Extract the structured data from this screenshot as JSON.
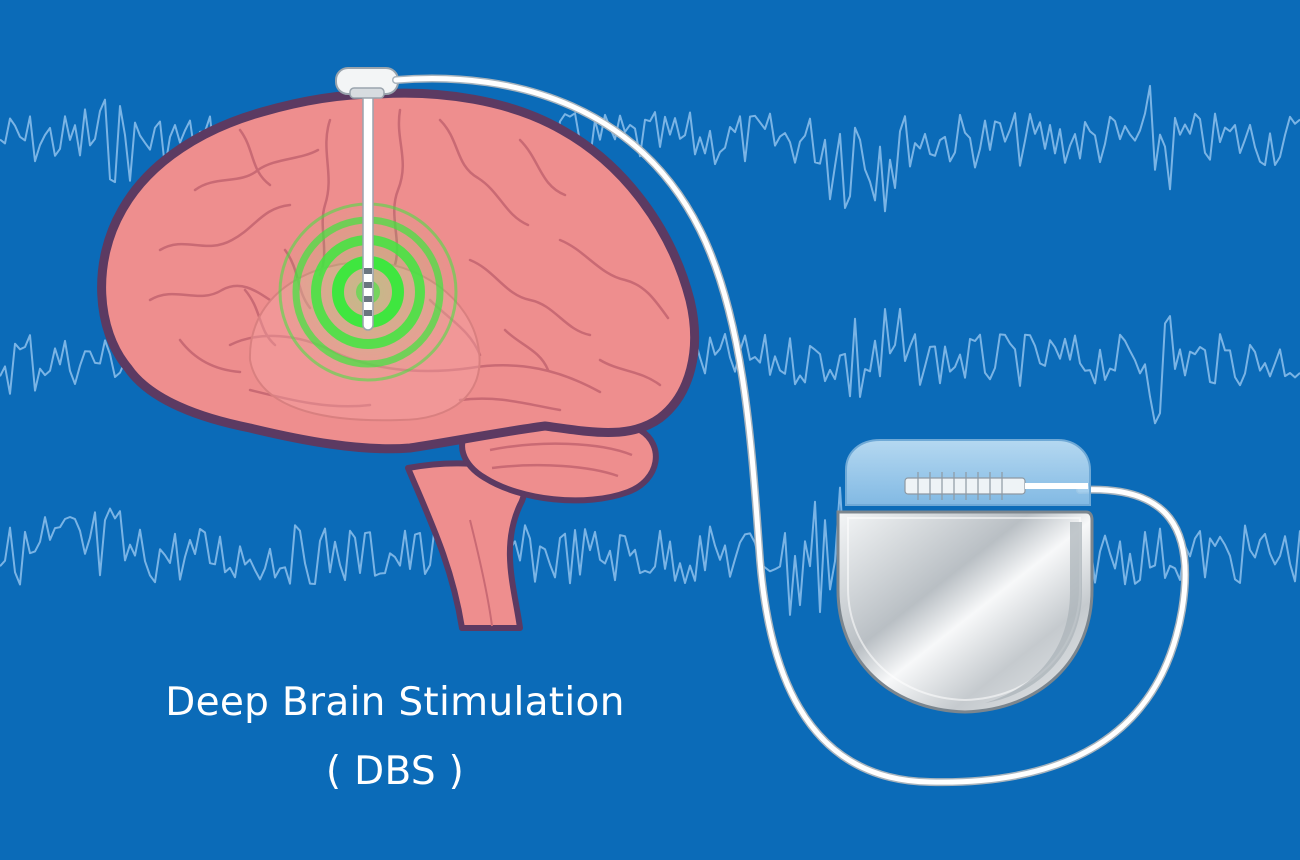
{
  "caption": {
    "title": "Deep Brain Stimulation",
    "abbreviation": "( DBS )"
  },
  "colors": {
    "background": "#0b6bb8",
    "eeg_wave": "#8ec1ec",
    "brain_fill": "#ee8e8e",
    "brain_outline": "#5c3a62",
    "brain_folds": "#c96a74",
    "stimulation_rings": "#3fe63f",
    "lead_wire": "#ffffff",
    "generator_case": "#d9dde0",
    "generator_header": "#a9d3f2"
  },
  "icons": {
    "brain": "brain-illustration",
    "electrode": "electrode-lead-icon",
    "pulse_generator": "implantable-pulse-generator-icon",
    "waves": "brain-wave-icon"
  }
}
